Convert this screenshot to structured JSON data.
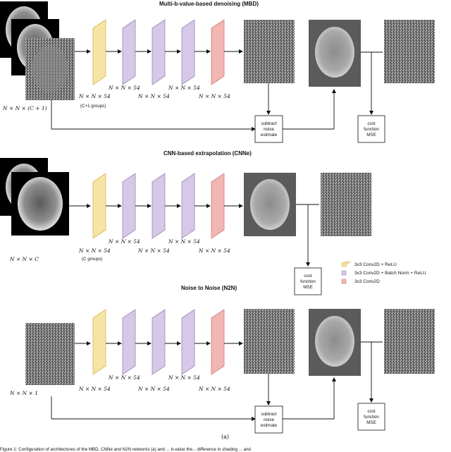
{
  "titles": {
    "mbd": "Multi-b-value-based denoising (MBD)",
    "cnne": "CNN-based extrapolation (CNNe)",
    "n2n": "Noise to Noise (N2N)"
  },
  "mbd": {
    "input_dim": "N × N × (C + 1)",
    "layer_dims": [
      "N × N × 54",
      "N × N × 54",
      "N × N × 54",
      "N × N × 54"
    ],
    "groups_note": "(C+1 groups)",
    "subtract_box": [
      "subtract",
      "noise",
      "estimate"
    ],
    "cost_box": [
      "cost",
      "function",
      "MSE"
    ]
  },
  "cnne": {
    "input_dim": "N × N × C",
    "layer_dims": [
      "N × N × 54",
      "N × N × 54",
      "N × N × 54",
      "N × N × 54"
    ],
    "groups_note": "(C groups)",
    "cost_box": [
      "cost",
      "function",
      "MSE"
    ]
  },
  "n2n": {
    "input_dim": "N × N × 1",
    "layer_dims": [
      "N × N × 54",
      "N × N × 54",
      "N × N × 54",
      "N × N × 54"
    ],
    "subtract_box": [
      "subtract",
      "noise",
      "estimate"
    ],
    "cost_box": [
      "cost",
      "function",
      "MSE"
    ]
  },
  "legend": [
    {
      "label": "3x3 Conv2D + ReLU",
      "color": "#f6e3a6",
      "stroke": "#d6b84d"
    },
    {
      "label": "3x3 Conv2D + Batch Norm + ReLU",
      "color": "#d6c8e6",
      "stroke": "#9a86b8"
    },
    {
      "label": "3x3 Conv2D",
      "color": "#f2b6b3",
      "stroke": "#cf7a75"
    }
  ],
  "caption": "(a)",
  "footer_text": "Figure 1: Configuration of architectures of the MBD, CNNe and N2N networks (a) and ... b-value the... difference in shading ... and"
}
